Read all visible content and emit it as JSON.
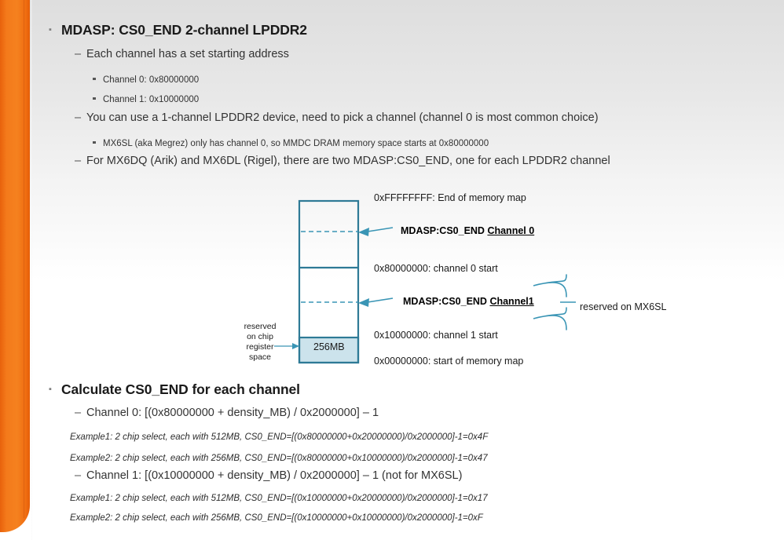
{
  "theme": {
    "accent_orange": "#f4791c",
    "diagram_line": "#2e7a96",
    "diagram_fill": "#cce3ec",
    "arrow_color": "#3a95b5"
  },
  "content": {
    "section1": {
      "title": "MDASP: CS0_END 2-channel LPDDR2",
      "bullet1": "Each channel has a set starting address",
      "sub1": "Channel 0: 0x80000000",
      "sub2": "Channel 1: 0x10000000",
      "bullet2": "You can use a 1-channel LPDDR2 device, need to pick a channel (channel 0 is most common choice)",
      "sub3": "MX6SL (aka Megrez) only has channel 0, so MMDC DRAM memory space starts at 0x80000000",
      "bullet3": "For MX6DQ (Arik) and MX6DL (Rigel), there are two MDASP:CS0_END, one for each LPDDR2 channel"
    },
    "section2": {
      "title": "Calculate CS0_END for each channel",
      "ch0_formula": "Channel 0: [(0x80000000 + density_MB) / 0x2000000] – 1",
      "ch0_example1": "Example1: 2 chip select, each with 512MB, CS0_END=[(0x80000000+0x20000000)/0x2000000]-1=0x4F",
      "ch0_example2": "Example2: 2 chip select, each with 256MB, CS0_END=[(0x80000000+0x10000000)/0x2000000]-1=0x47",
      "ch1_formula": "Channel 1: [(0x10000000 + density_MB) / 0x2000000] – 1  (not for MX6SL)",
      "ch1_example1": "Example1: 2 chip select, each with 512MB, CS0_END=[(0x10000000+0x20000000)/0x2000000]-1=0x17",
      "ch1_example2": "Example2: 2 chip select, each with 256MB, CS0_END=[(0x10000000+0x10000000)/0x2000000]-1=0xF"
    }
  },
  "diagram": {
    "top_address": "0xFFFFFFFF: End of memory map",
    "ch0_start": "0x80000000: channel 0 start",
    "ch1_start": "0x10000000: channel 1 start",
    "bottom_address": "0x00000000: start of memory map",
    "mdasp_ch0": {
      "prefix": "MDASP:CS0_END ",
      "underlined": "Channel 0"
    },
    "mdasp_ch1": {
      "prefix": "MDASP:CS0_END ",
      "underlined": "Channel1"
    },
    "block_label": "256MB",
    "left_caption_line1": "reserved",
    "left_caption_line2": "on chip",
    "left_caption_line3": "register",
    "left_caption_line4": "space",
    "brace_label": "reserved on MX6SL"
  }
}
